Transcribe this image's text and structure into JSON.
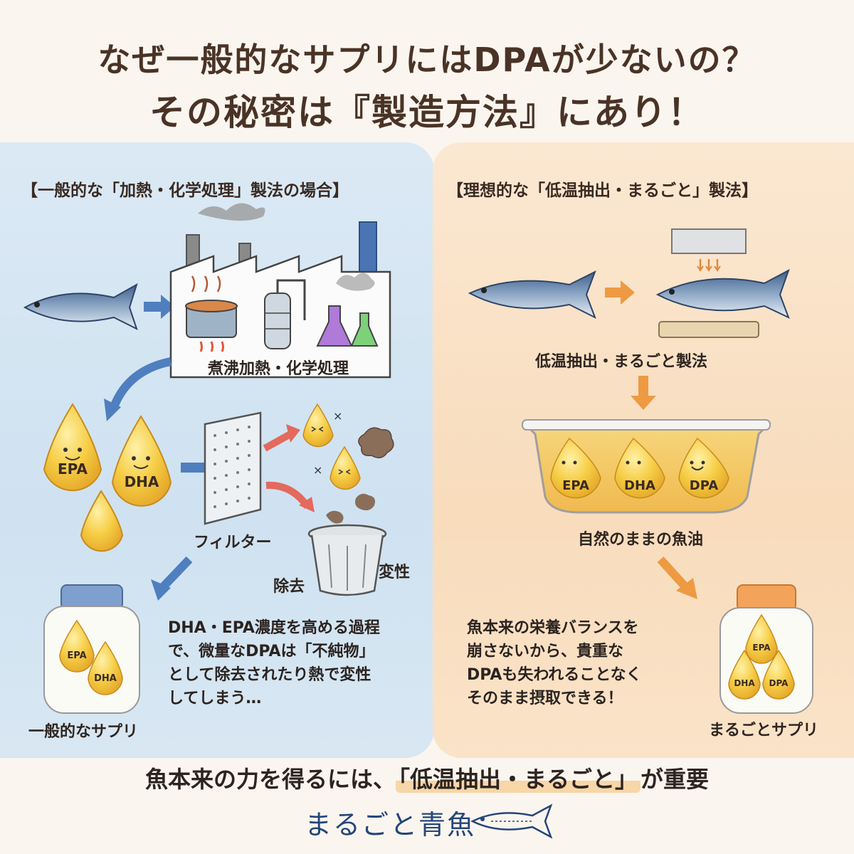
{
  "title": {
    "line1": "なぜ一般的なサプリにはDPAが少ないの？",
    "line2": "その秘密は『製造方法』にあり！"
  },
  "left": {
    "heading": "【一般的な「加熱・化学処理」製法の場合】",
    "factory_label": "煮沸加熱・化学処理",
    "filter_label": "フィルター",
    "removal_label": "除去",
    "denature_label": "変性",
    "drop_epa": "EPA",
    "drop_dha": "DHA",
    "bottle_caption": "一般的なサプリ",
    "bottle_epa": "EPA",
    "bottle_dha": "DHA",
    "explanation": [
      "DHA・EPA濃度を高める過程",
      "で、微量なDPAは「不純物」",
      "として除去されたり熱で変性",
      "してしまう…"
    ]
  },
  "right": {
    "heading": "【理想的な「低温抽出・まるごと」製法】",
    "process_label": "低温抽出・まるごと製法",
    "bowl_label": "自然のままの魚油",
    "drop_epa": "EPA",
    "drop_dha": "DHA",
    "drop_dpa": "DPA",
    "bottle_caption": "まるごとサプリ",
    "bottle_epa": "EPA",
    "bottle_dha": "DHA",
    "bottle_dpa": "DPA",
    "explanation": [
      "魚本来の栄養バランスを",
      "崩さないから、貴重な",
      "DPAも失われることなく",
      "そのまま摂取できる！"
    ]
  },
  "bottom": {
    "prefix": "魚本来の力を得るには、",
    "highlight": "「低温抽出・まるごと」",
    "suffix": "が重要"
  },
  "brand": {
    "name": "まるごと青魚"
  },
  "colors": {
    "left_panel": "#d4e6f3",
    "right_panel": "#f9dfc2",
    "oil_drop": "#f3c43a",
    "blue_arrow": "#4f7fbf",
    "orange_arrow": "#ee9a43",
    "red_arrow": "#e36a5c",
    "brand": "#26457a"
  },
  "icons": [
    "fish-icon",
    "factory-icon",
    "pot-icon",
    "distiller-icon",
    "flask-icon",
    "filter-icon",
    "trash-can-icon",
    "press-icon",
    "bowl-icon",
    "bottle-icon"
  ]
}
